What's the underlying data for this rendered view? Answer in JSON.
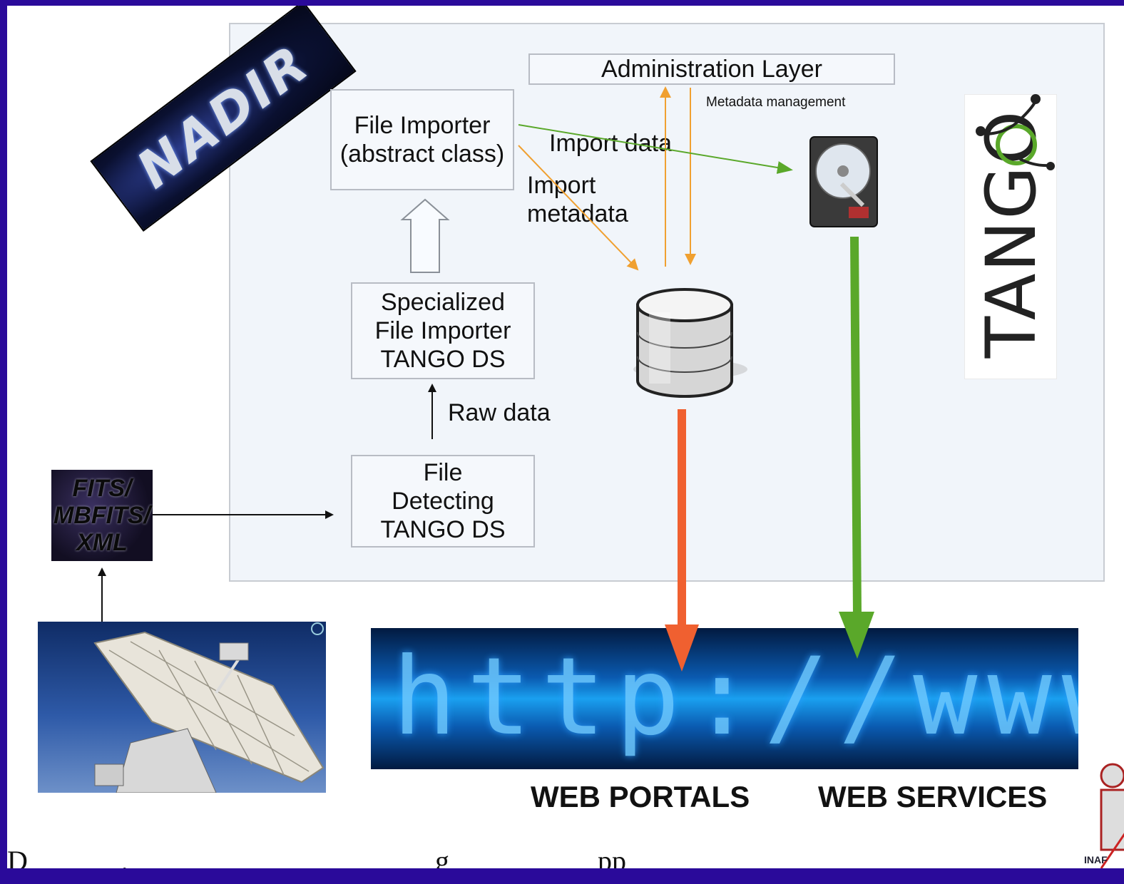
{
  "nadir_logo": "NADIR",
  "tango_logo": "TANGO",
  "boxes": {
    "admin": "Administration Layer",
    "file_importer": "File Importer\n(abstract class)",
    "specialized": "Specialized\nFile Importer\nTANGO DS",
    "detecting": "File\nDetecting\nTANGO DS"
  },
  "labels": {
    "metadata_management": "Metadata management",
    "import_data": "Import data",
    "import_metadata": "Import\nmetadata",
    "raw_data": "Raw data"
  },
  "fits": "FITS/\nMBFITS/\nXML",
  "http_text": "http://www",
  "web_portals": "WEB PORTALS",
  "web_services": "WEB SERVICES",
  "footer_fragments": {
    "left": "D",
    "mid1": ",",
    "mid2": "g",
    "mid3": "pp"
  },
  "inaf_text": "INAF",
  "colors": {
    "frame": "#2a0a9a",
    "orange": "#f0a030",
    "green": "#5aa82a",
    "red_arrow": "#f06030",
    "panel": "#f1f5fa"
  }
}
